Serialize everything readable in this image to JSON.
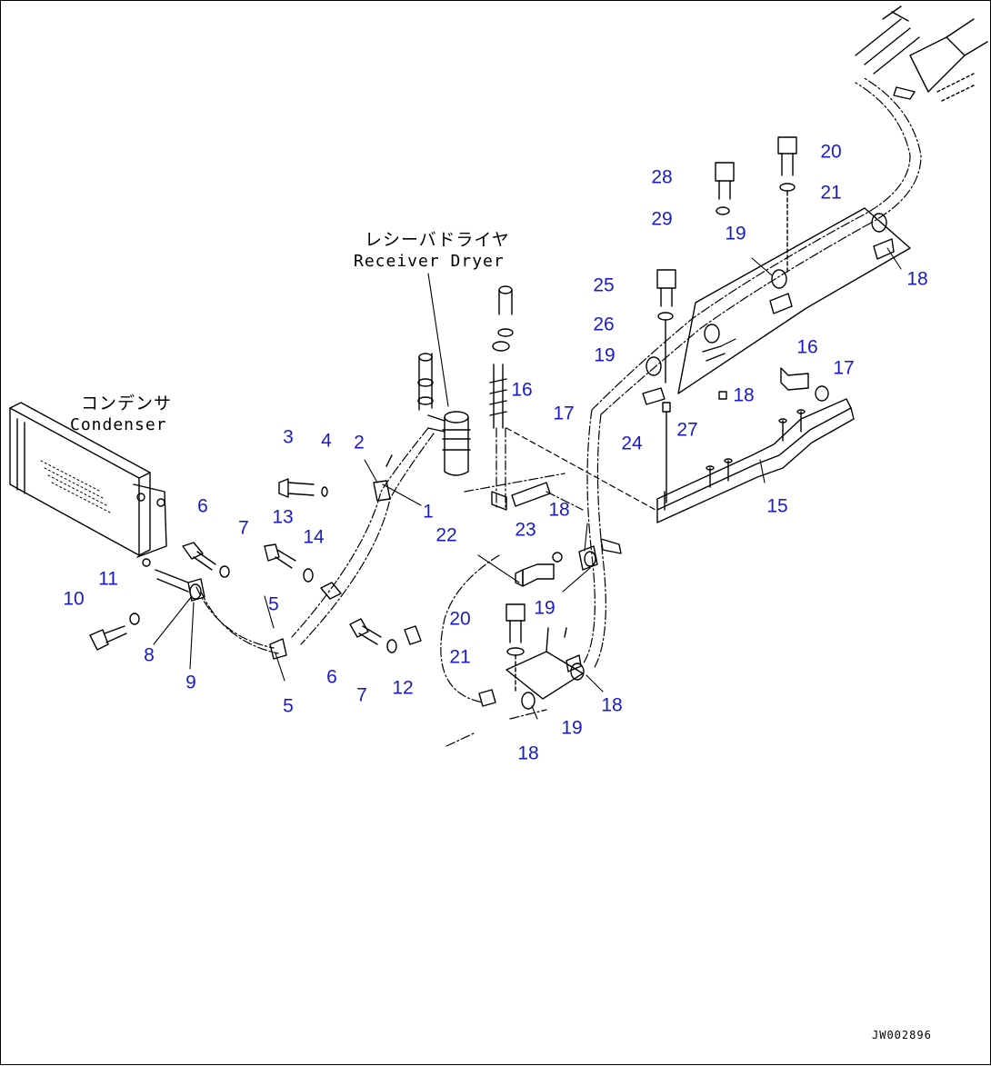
{
  "labels": {
    "receiver_dryer_jp": "レシーバドライヤ",
    "receiver_dryer_en": "Receiver Dryer",
    "condenser_jp": "コンデンサ",
    "condenser_en": "Condenser"
  },
  "drawing_code": "JW002896",
  "callouts": [
    {
      "id": "c1",
      "text": "1"
    },
    {
      "id": "c2",
      "text": "2"
    },
    {
      "id": "c3",
      "text": "3"
    },
    {
      "id": "c4",
      "text": "4"
    },
    {
      "id": "c5a",
      "text": "5"
    },
    {
      "id": "c5b",
      "text": "5"
    },
    {
      "id": "c6a",
      "text": "6"
    },
    {
      "id": "c6b",
      "text": "6"
    },
    {
      "id": "c7a",
      "text": "7"
    },
    {
      "id": "c7b",
      "text": "7"
    },
    {
      "id": "c8",
      "text": "8"
    },
    {
      "id": "c9",
      "text": "9"
    },
    {
      "id": "c10",
      "text": "10"
    },
    {
      "id": "c11",
      "text": "11"
    },
    {
      "id": "c12",
      "text": "12"
    },
    {
      "id": "c13",
      "text": "13"
    },
    {
      "id": "c14",
      "text": "14"
    },
    {
      "id": "c15",
      "text": "15"
    },
    {
      "id": "c16a",
      "text": "16"
    },
    {
      "id": "c16b",
      "text": "16"
    },
    {
      "id": "c17a",
      "text": "17"
    },
    {
      "id": "c17b",
      "text": "17"
    },
    {
      "id": "c18a",
      "text": "18"
    },
    {
      "id": "c18b",
      "text": "18"
    },
    {
      "id": "c18c",
      "text": "18"
    },
    {
      "id": "c18d",
      "text": "18"
    },
    {
      "id": "c18e",
      "text": "18"
    },
    {
      "id": "c19a",
      "text": "19"
    },
    {
      "id": "c19b",
      "text": "19"
    },
    {
      "id": "c19c",
      "text": "19"
    },
    {
      "id": "c19d",
      "text": "19"
    },
    {
      "id": "c20a",
      "text": "20"
    },
    {
      "id": "c20b",
      "text": "20"
    },
    {
      "id": "c21a",
      "text": "21"
    },
    {
      "id": "c21b",
      "text": "21"
    },
    {
      "id": "c22",
      "text": "22"
    },
    {
      "id": "c23",
      "text": "23"
    },
    {
      "id": "c24",
      "text": "24"
    },
    {
      "id": "c25",
      "text": "25"
    },
    {
      "id": "c26",
      "text": "26"
    },
    {
      "id": "c27",
      "text": "27"
    },
    {
      "id": "c28",
      "text": "28"
    },
    {
      "id": "c29",
      "text": "29"
    }
  ]
}
